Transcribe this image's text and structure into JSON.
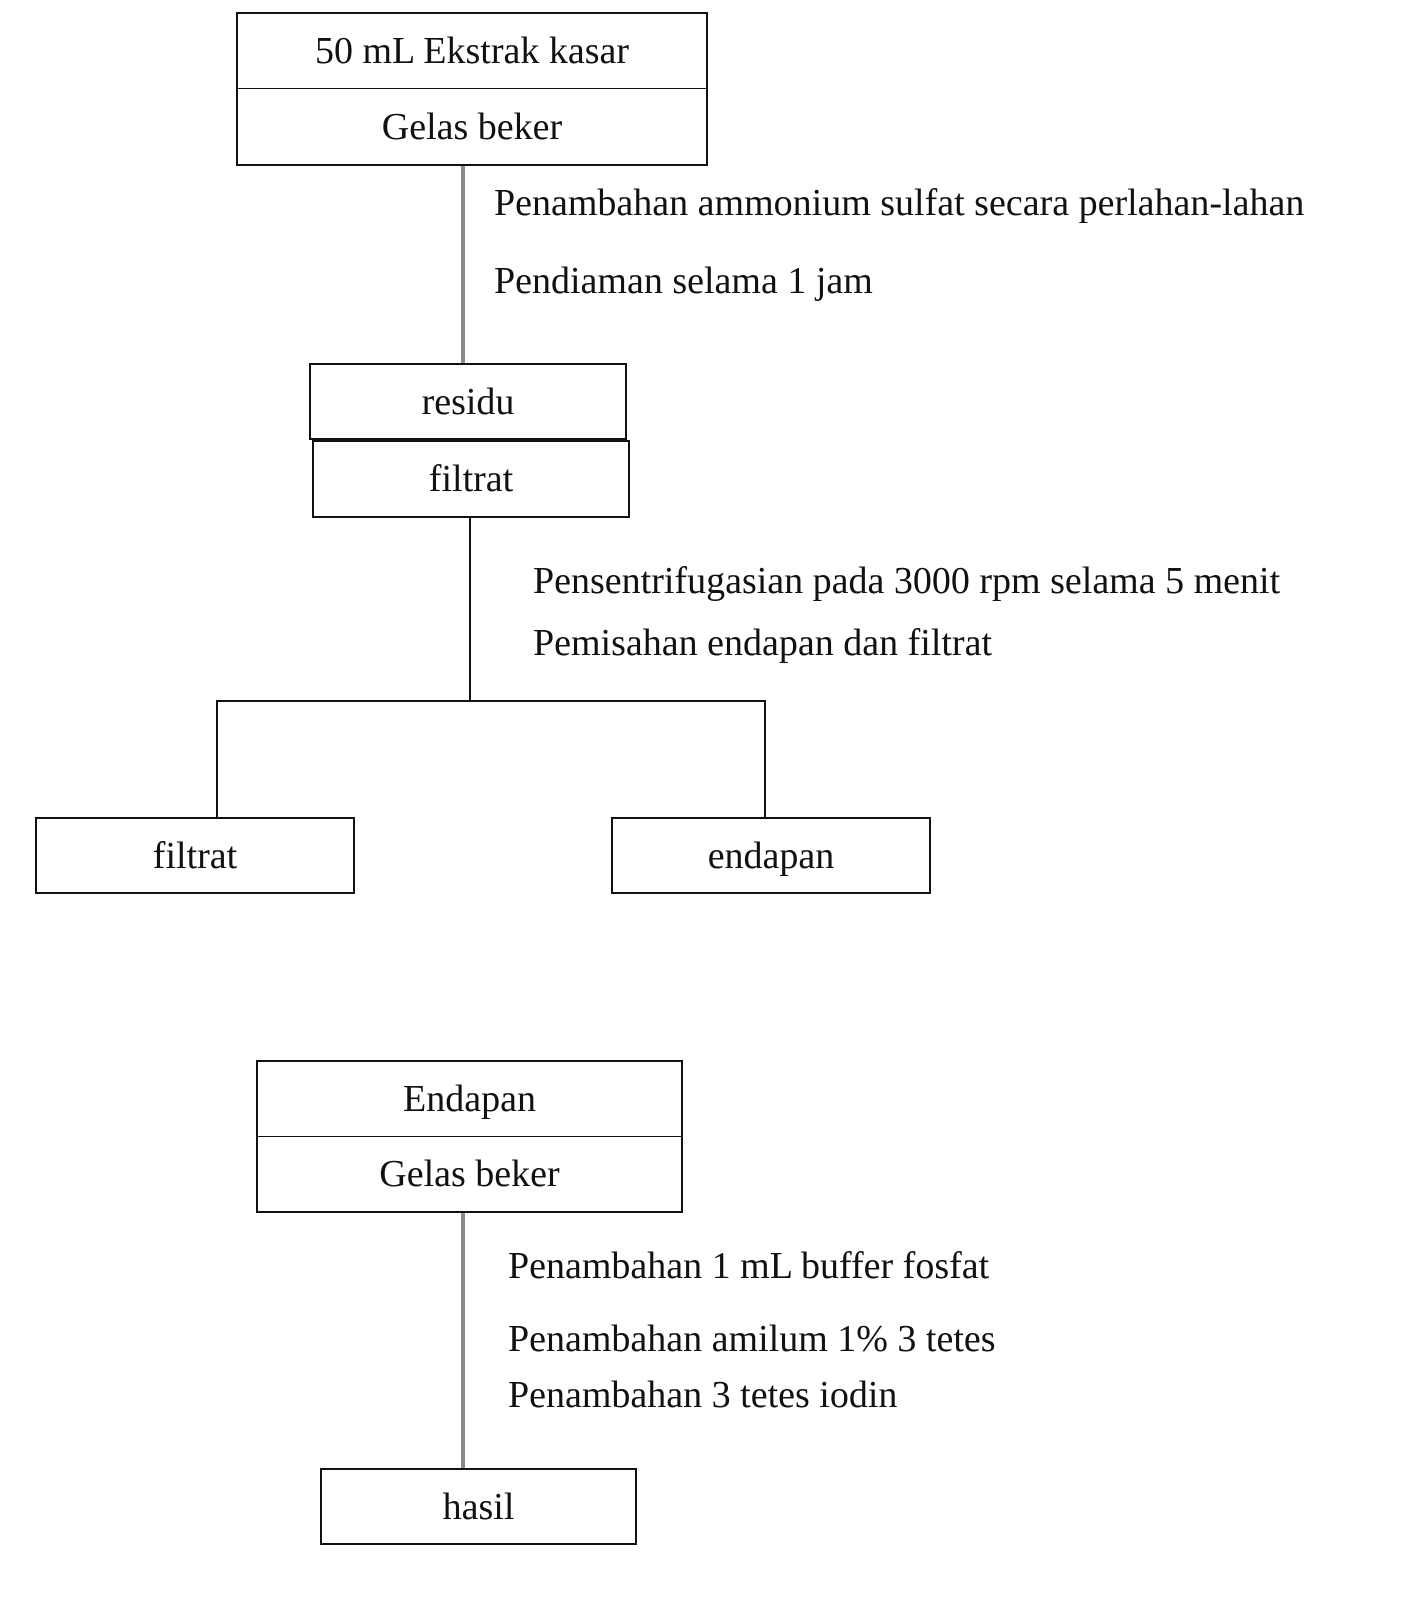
{
  "flow1": {
    "start_box": {
      "top": "50 mL Ekstrak kasar",
      "bottom": "Gelas beker"
    },
    "steps_a": [
      "Penambahan ammonium sulfat secara perlahan-lahan",
      "Pendiaman selama 1 jam"
    ],
    "mid_box": {
      "top": "residu",
      "bottom": "filtrat"
    },
    "steps_b": [
      "Pensentrifugasian  pada 3000 rpm selama 5 menit",
      "Pemisahan endapan dan filtrat"
    ],
    "split_left": "filtrat",
    "split_right": "endapan"
  },
  "flow2": {
    "start_box": {
      "top": "Endapan",
      "bottom": "Gelas beker"
    },
    "steps": [
      "Penambahan 1 mL buffer fosfat",
      "Penambahan amilum 1% 3 tetes",
      "Penambahan 3 tetes iodin"
    ],
    "end_box": "hasil"
  }
}
